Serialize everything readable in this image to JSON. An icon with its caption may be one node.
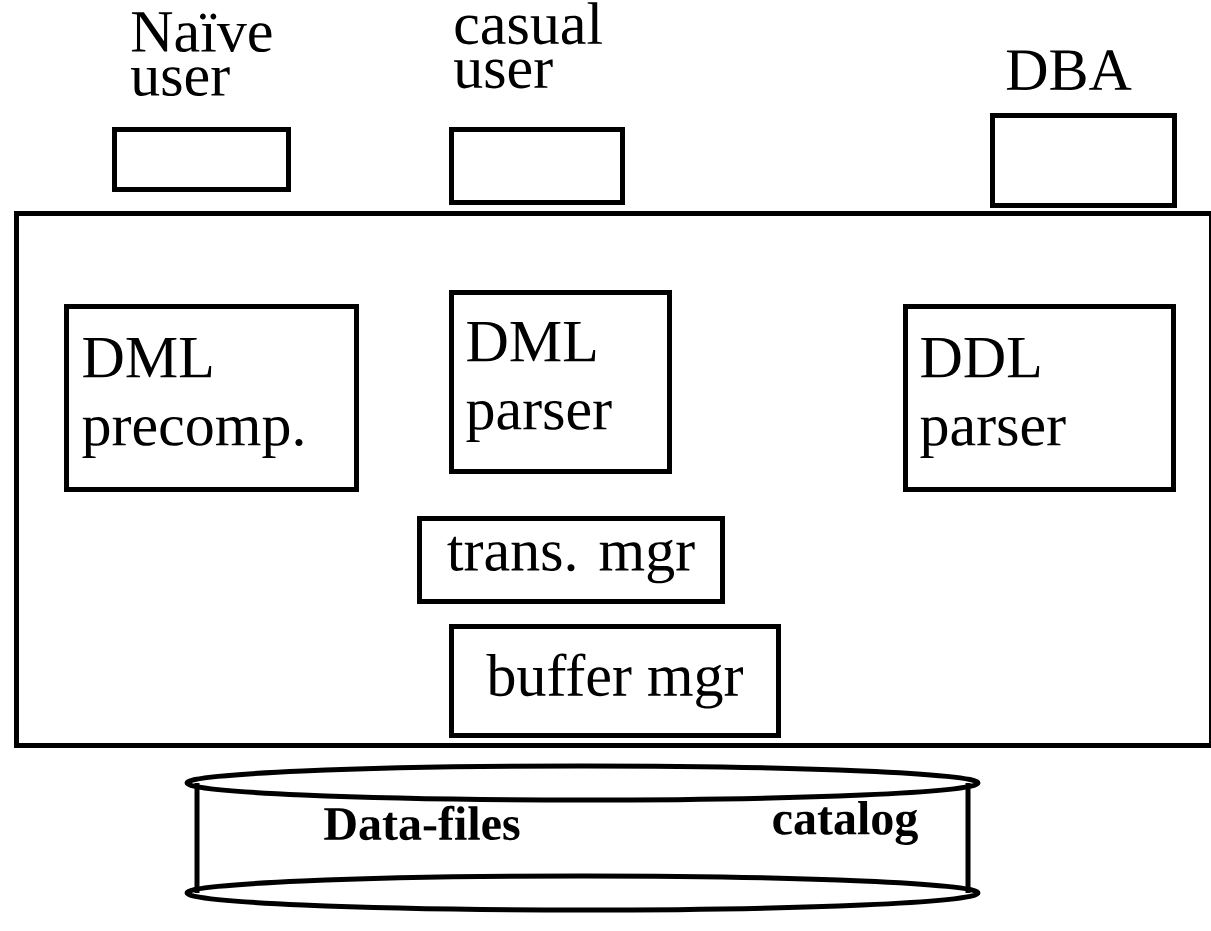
{
  "diagram": {
    "nodes": [
      {
        "text": [
          "Naïve user"
        ]
      },
      {
        "text": [
          "casual user"
        ]
      },
      {
        "text": [
          "DBA"
        ]
      },
      {
        "text": [],
        "shape": "box"
      },
      {
        "text": [
          "DML precomp."
        ],
        "in": 3
      },
      {
        "text": [
          "DML parser"
        ],
        "in": 3
      },
      {
        "text": [
          "DDL parser"
        ],
        "in": 3
      },
      {
        "text": [
          "trans. mgr"
        ],
        "in": 3
      },
      {
        "text": [
          "buffer mgr"
        ],
        "in": 3
      },
      {
        "text": [
          "Data-files",
          "catalog"
        ]
      }
    ]
  }
}
